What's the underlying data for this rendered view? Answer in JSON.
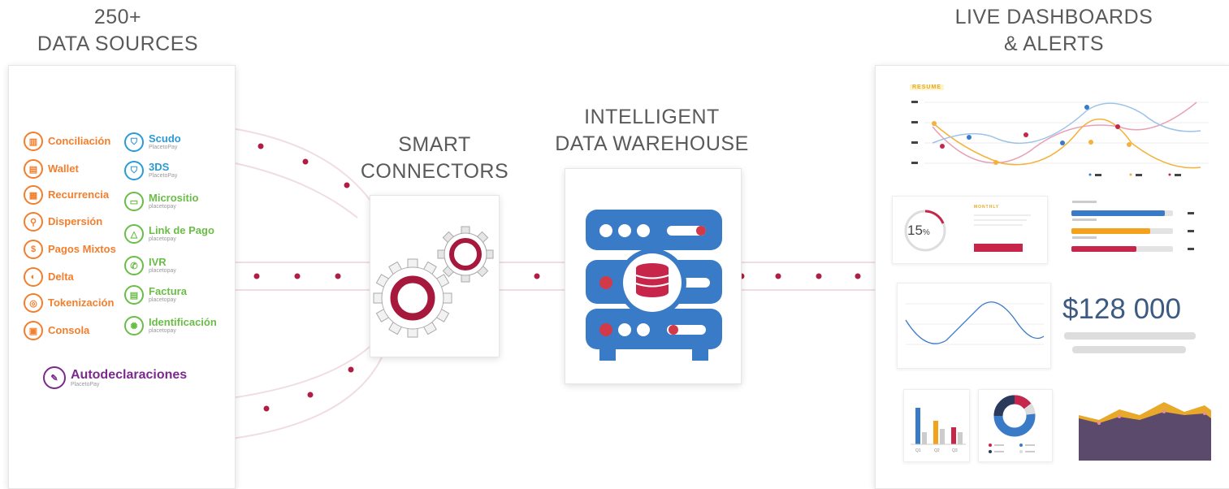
{
  "headings": {
    "sources_count": "250+",
    "sources_label": "DATA SOURCES",
    "connectors_1": "SMART",
    "connectors_2": "CONNECTORS",
    "warehouse_1": "INTELLIGENT",
    "warehouse_2": "DATA WAREHOUSE",
    "dashboards_1": "LIVE DASHBOARDS",
    "dashboards_2": "& ALERTS"
  },
  "sources_left": [
    {
      "label": "Conciliación",
      "icon": "chart-icon"
    },
    {
      "label": "Wallet",
      "icon": "wallet-icon"
    },
    {
      "label": "Recurrencia",
      "icon": "calendar-icon"
    },
    {
      "label": "Dispersión",
      "icon": "dispersion-icon"
    },
    {
      "label": "Pagos Mixtos",
      "icon": "mixed-payments-icon"
    },
    {
      "label": "Delta",
      "icon": "delta-icon"
    },
    {
      "label": "Tokenización",
      "icon": "token-icon"
    },
    {
      "label": "Consola",
      "icon": "console-icon"
    }
  ],
  "sources_right": [
    {
      "label": "Scudo",
      "sub": "PlacetoPay",
      "icon": "shield-icon",
      "color": "#2a9ad8"
    },
    {
      "label": "3DS",
      "sub": "PlacetoPay",
      "icon": "shield-3ds-icon",
      "color": "#2a9ad8"
    },
    {
      "label": "Micrositio",
      "sub": "placetopay",
      "icon": "microsite-icon",
      "color": "#6abd46"
    },
    {
      "label": "Link de Pago",
      "sub": "placetopay",
      "icon": "link-icon",
      "color": "#6abd46"
    },
    {
      "label": "IVR",
      "sub": "placetopay",
      "icon": "phone-icon",
      "color": "#6abd46"
    },
    {
      "label": "Factura",
      "sub": "placetopay",
      "icon": "invoice-icon",
      "color": "#6abd46"
    },
    {
      "label": "Identificación",
      "sub": "placetopay",
      "icon": "fingerprint-icon",
      "color": "#6abd46"
    }
  ],
  "source_bottom": {
    "label": "Autodeclaraciones",
    "sub": "PlacetoPay",
    "icon": "declaration-icon",
    "color": "#7b2a8c"
  },
  "dashboard": {
    "resume_tag": "RESUME",
    "percent_value": "15",
    "percent_unit": "%",
    "monthly_tag": "MONTHLY",
    "money_value": "$128 000",
    "bar_quarters": [
      "Q1",
      "Q2",
      "Q3"
    ]
  },
  "colors": {
    "accent_red": "#c8254a",
    "server_blue": "#3a7bc8",
    "orange": "#f37e2c",
    "blue": "#2a9ad8",
    "green": "#6abd46",
    "purple": "#7b2a8c"
  }
}
